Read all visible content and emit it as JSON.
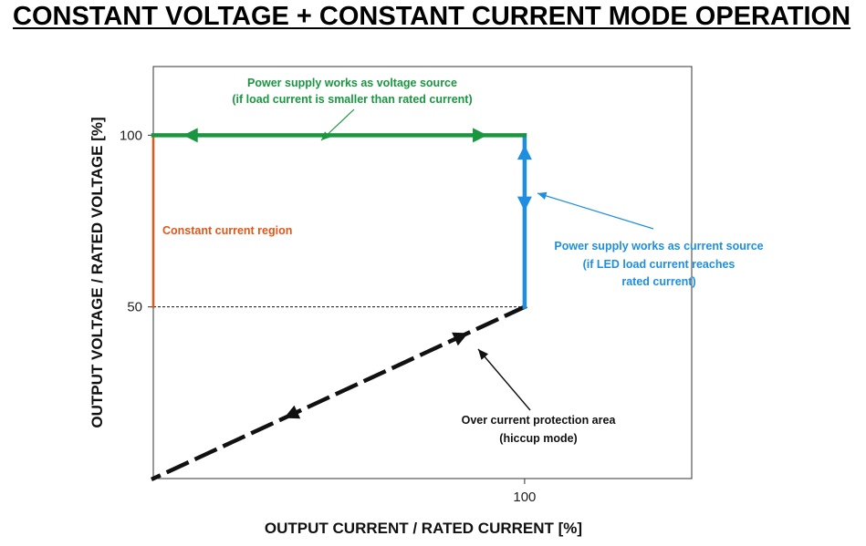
{
  "title": "CONSTANT VOLTAGE + CONSTANT CURRENT MODE OPERATION",
  "colors": {
    "voltage": "#1a9641",
    "current": "#1e8fe0",
    "constant_current": "#e0571a",
    "protection": "#111111"
  },
  "chart_data": {
    "type": "line",
    "xlabel": "OUTPUT CURRENT / RATED CURRENT [%]",
    "ylabel": "OUTPUT VOLTAGE / RATED VOLTAGE [%]",
    "xlim": [
      0,
      145
    ],
    "ylim": [
      0,
      120
    ],
    "x_ticks": [
      {
        "value": 100,
        "label": "100"
      }
    ],
    "y_ticks": [
      {
        "value": 100,
        "label": "100"
      },
      {
        "value": 50,
        "label": "50"
      }
    ],
    "grid": false,
    "series": [
      {
        "role": "voltage_source",
        "style": "solid",
        "color": "#1a9641",
        "x": [
          0,
          100
        ],
        "y": [
          100,
          100
        ]
      },
      {
        "role": "current_source",
        "style": "solid",
        "color": "#1e8fe0",
        "x": [
          100,
          100
        ],
        "y": [
          100,
          50
        ]
      },
      {
        "role": "constant_current_region",
        "style": "solid",
        "color": "#e0571a",
        "x": [
          0,
          0
        ],
        "y": [
          100,
          50
        ]
      },
      {
        "role": "over_current_protection",
        "style": "dashed",
        "color": "#111111",
        "x": [
          100,
          0
        ],
        "y": [
          50,
          0
        ]
      },
      {
        "role": "reference_50",
        "style": "dotted",
        "color": "#111111",
        "x": [
          0,
          100
        ],
        "y": [
          50,
          50
        ]
      }
    ],
    "annotations": {
      "voltage_source": [
        "Power supply works as voltage source",
        "(if load current is smaller than rated current)"
      ],
      "current_source": [
        "Power supply works as current source",
        "(if LED load current reaches",
        "rated current)"
      ],
      "constant_current": [
        "Constant current region"
      ],
      "protection": [
        "Over current protection area",
        "(hiccup mode)"
      ]
    }
  }
}
